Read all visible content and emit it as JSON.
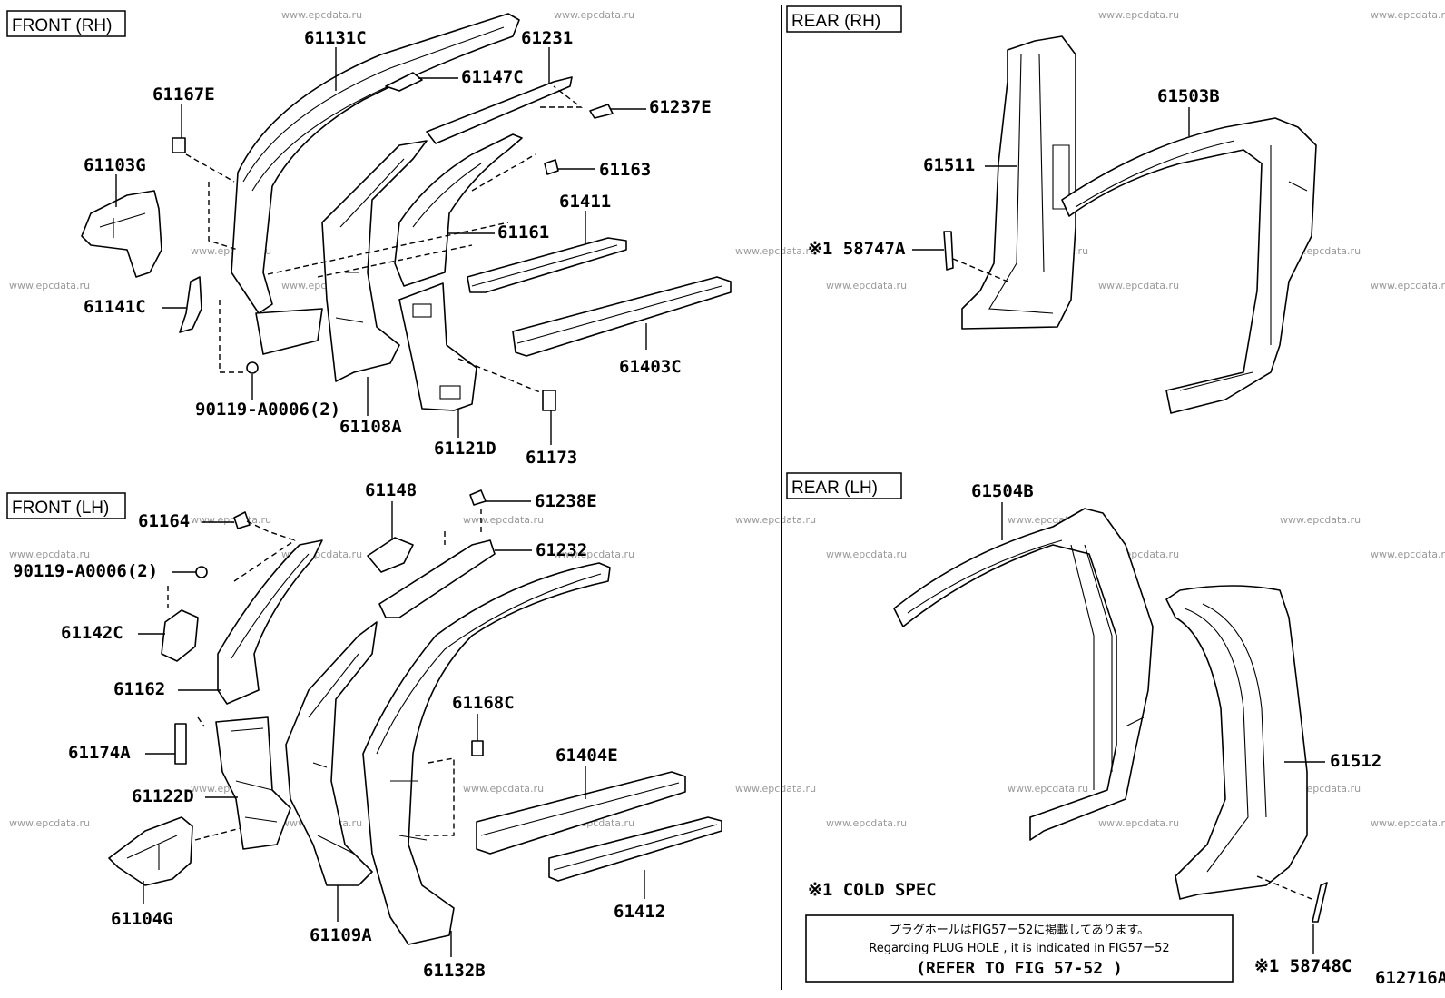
{
  "watermark": "www.epcdata.ru",
  "sections": {
    "front_rh": "FRONT (RH)",
    "front_lh": "FRONT (LH)",
    "rear_rh": "REAR (RH)",
    "rear_lh": "REAR (LH)"
  },
  "parts": {
    "p61131C": "61131C",
    "p61231": "61231",
    "p61167E": "61167E",
    "p61147C": "61147C",
    "p61237E": "61237E",
    "p61103G": "61103G",
    "p61163": "61163",
    "p61411": "61411",
    "p61161": "61161",
    "p61141C": "61141C",
    "p61403C": "61403C",
    "p90119_rh": "90119-A0006(2)",
    "p61108A": "61108A",
    "p61121D": "61121D",
    "p61173": "61173",
    "p61148": "61148",
    "p61238E": "61238E",
    "p61164": "61164",
    "p61232": "61232",
    "p90119_lh": "90119-A0006(2)",
    "p61142C": "61142C",
    "p61162": "61162",
    "p61168C": "61168C",
    "p61174A": "61174A",
    "p61404E": "61404E",
    "p61122D": "61122D",
    "p61104G": "61104G",
    "p61412": "61412",
    "p61109A": "61109A",
    "p61132B": "61132B",
    "p61503B": "61503B",
    "p61511": "61511",
    "p158747A": "※1 58747A",
    "p61504B": "61504B",
    "p61512": "61512",
    "p158748C": "※1 58748C"
  },
  "footnote": "※1 COLD SPEC",
  "note_box": {
    "line_jp": "プラグホールはFIG57ー52に掲載してあります。",
    "line_en": "Regarding PLUG HOLE , it is indicated in FIG57ー52",
    "line_ref": "(REFER TO FIG  57-52  )"
  },
  "figure_id": "612716A"
}
